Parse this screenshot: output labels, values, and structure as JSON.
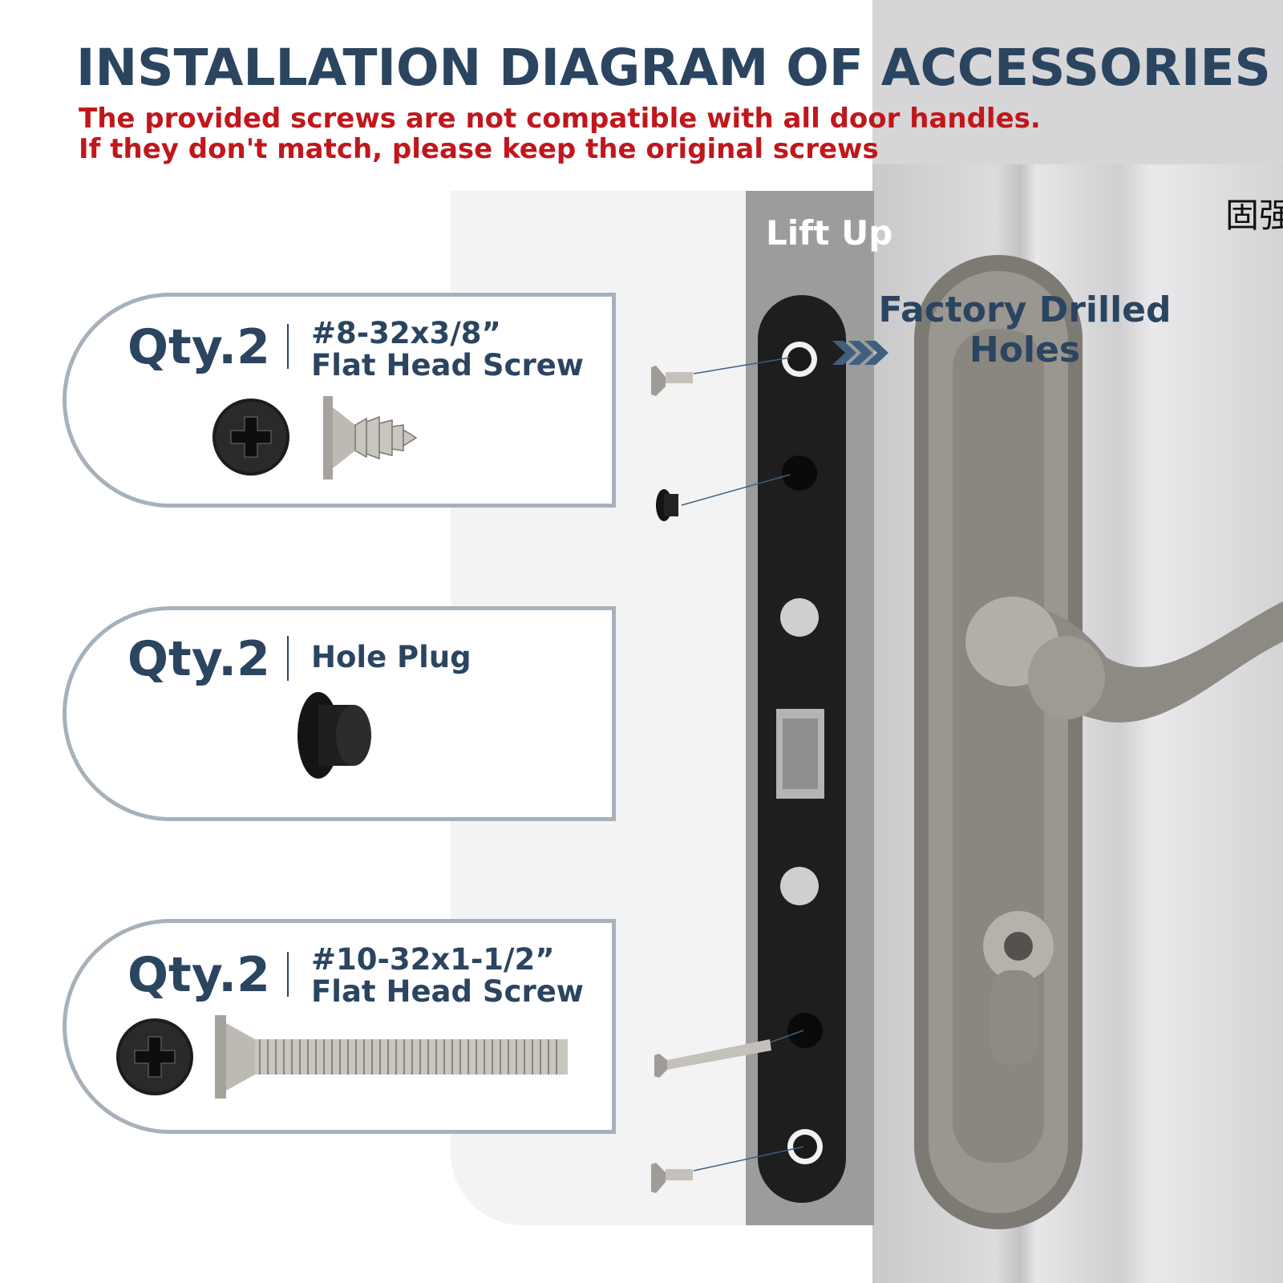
{
  "header": {
    "title": "INSTALLATION DIAGRAM OF ACCESSORIES",
    "warning_line1": "The provided screws are not compatible with all door handles.",
    "warning_line2": "If they don't match, please keep the original screws"
  },
  "accessories": [
    {
      "qty": "Qty.2",
      "line1": "#8-32x3/8”",
      "line2": "Flat Head Screw"
    },
    {
      "qty": "Qty.2",
      "line1": "Hole Plug",
      "line2": ""
    },
    {
      "qty": "Qty.2",
      "line1": "#10-32x1-1/2”",
      "line2": "Flat Head Screw"
    }
  ],
  "diagram": {
    "lift_label": "Lift Up",
    "factory_label_line1": "Factory Drilled",
    "factory_label_line2": "Holes",
    "logo_text": "固强"
  },
  "colors": {
    "title": "#2b4560",
    "warning": "#c0171c",
    "card_border": "#a7b1bb",
    "plate": "#1e1e1e",
    "handle": "#8f8c86"
  }
}
